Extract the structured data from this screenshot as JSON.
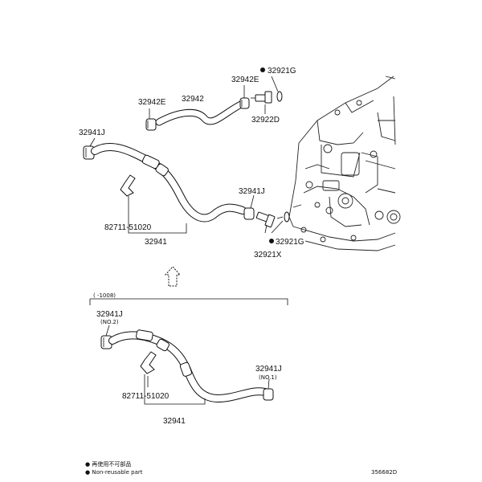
{
  "labels": {
    "p32942E": "32942E",
    "p32942": "32942",
    "p32942E_b": "32942E",
    "p32921G_top": "32921G",
    "p32922D": "32922D",
    "p32941J_top": "32941J",
    "p32941J_mid": "32941J",
    "p82711_top": "82711-51020",
    "p32941_top": "32941",
    "p32921G_mid": "32921G",
    "p32921X": "32921X",
    "date_range": "(      -1008)",
    "p32941J_no2": "32941J",
    "no2": "(NO.2)",
    "p32941J_no1": "32941J",
    "no1": "(NO.1)",
    "p82711_bot": "82711-51020",
    "p32941_bot": "32941",
    "legend_jp": "● 再使用不可部品",
    "legend_en": "● Non-reusable part",
    "diagram_code": "356682D"
  },
  "markers": {
    "non_reusable_color": "#111111"
  }
}
